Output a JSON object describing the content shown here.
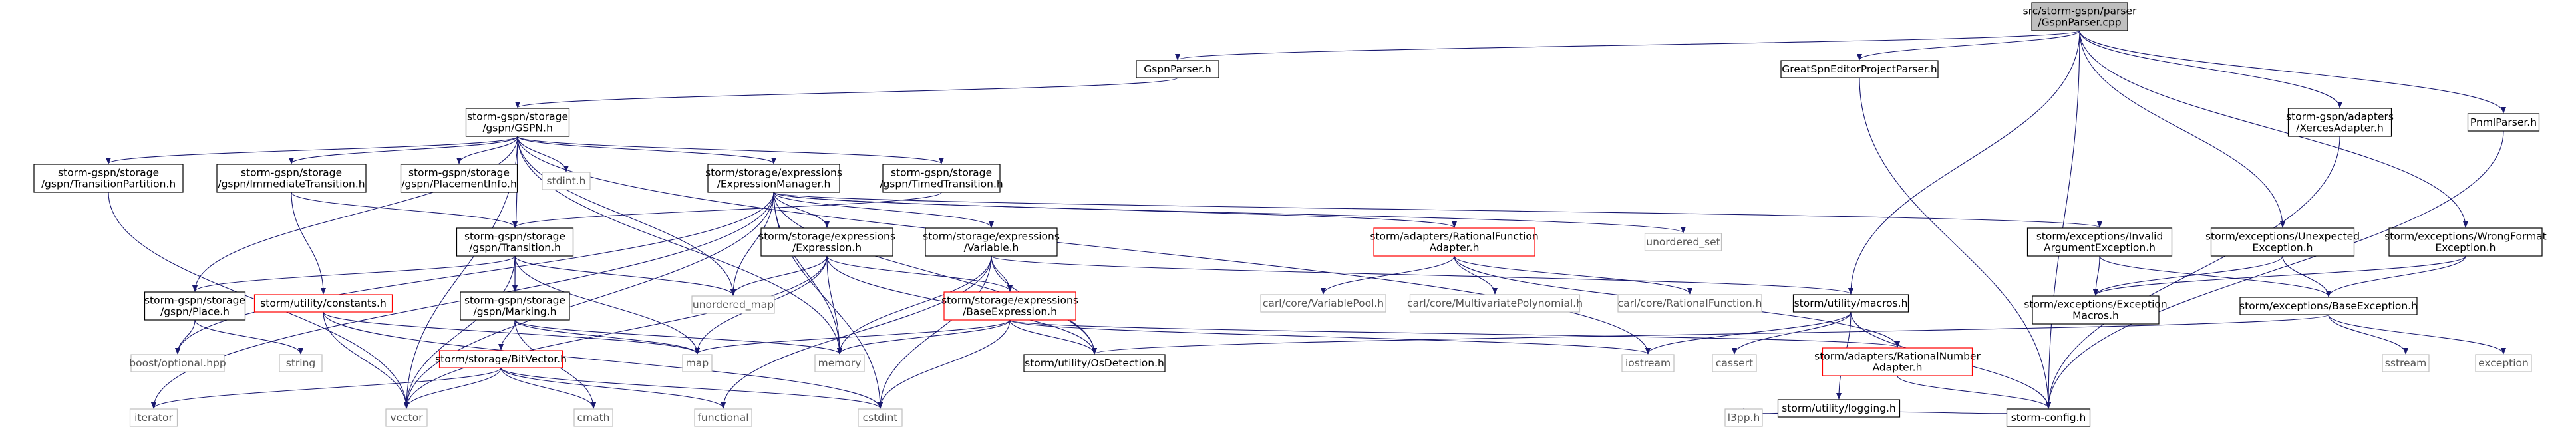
{
  "nodes": [
    {
      "id": "root",
      "lines": [
        "src/storm-gspn/parser",
        "/GspnParser.cpp"
      ],
      "style": "root"
    },
    {
      "id": "gspnparser_h",
      "lines": [
        "GspnParser.h"
      ],
      "style": "normal"
    },
    {
      "id": "greatspn",
      "lines": [
        "GreatSpnEditorProjectParser.h"
      ],
      "style": "normal"
    },
    {
      "id": "xerces",
      "lines": [
        "storm-gspn/adapters",
        "/XercesAdapter.h"
      ],
      "style": "normal"
    },
    {
      "id": "pnml",
      "lines": [
        "PnmlParser.h"
      ],
      "style": "normal"
    },
    {
      "id": "gspn_h",
      "lines": [
        "storm-gspn/storage",
        "/gspn/GSPN.h"
      ],
      "style": "normal"
    },
    {
      "id": "transpart",
      "lines": [
        "storm-gspn/storage",
        "/gspn/TransitionPartition.h"
      ],
      "style": "normal"
    },
    {
      "id": "immtrans",
      "lines": [
        "storm-gspn/storage",
        "/gspn/ImmediateTransition.h"
      ],
      "style": "normal"
    },
    {
      "id": "placeinfo",
      "lines": [
        "storm-gspn/storage",
        "/gspn/PlacementInfo.h"
      ],
      "style": "normal"
    },
    {
      "id": "stdint",
      "lines": [
        "stdint.h"
      ],
      "style": "gray"
    },
    {
      "id": "exprmgr",
      "lines": [
        "storm/storage/expressions",
        "/ExpressionManager.h"
      ],
      "style": "normal"
    },
    {
      "id": "timedtrans",
      "lines": [
        "storm-gspn/storage",
        "/gspn/TimedTransition.h"
      ],
      "style": "normal"
    },
    {
      "id": "transition",
      "lines": [
        "storm-gspn/storage",
        "/gspn/Transition.h"
      ],
      "style": "normal"
    },
    {
      "id": "expression",
      "lines": [
        "storm/storage/expressions",
        "/Expression.h"
      ],
      "style": "normal"
    },
    {
      "id": "variable",
      "lines": [
        "storm/storage/expressions",
        "/Variable.h"
      ],
      "style": "normal"
    },
    {
      "id": "ratfunc",
      "lines": [
        "storm/adapters/RationalFunction",
        "Adapter.h"
      ],
      "style": "red"
    },
    {
      "id": "unordered_set",
      "lines": [
        "unordered_set"
      ],
      "style": "gray"
    },
    {
      "id": "invalidarg",
      "lines": [
        "storm/exceptions/Invalid",
        "ArgumentException.h"
      ],
      "style": "normal"
    },
    {
      "id": "unexpected",
      "lines": [
        "storm/exceptions/Unexpected",
        "Exception.h"
      ],
      "style": "normal"
    },
    {
      "id": "wrongformat",
      "lines": [
        "storm/exceptions/WrongFormat",
        "Exception.h"
      ],
      "style": "normal"
    },
    {
      "id": "place",
      "lines": [
        "storm-gspn/storage",
        "/gspn/Place.h"
      ],
      "style": "normal"
    },
    {
      "id": "constants",
      "lines": [
        "storm/utility/constants.h"
      ],
      "style": "red"
    },
    {
      "id": "marking",
      "lines": [
        "storm-gspn/storage",
        "/gspn/Marking.h"
      ],
      "style": "normal"
    },
    {
      "id": "unordered_map",
      "lines": [
        "unordered_map"
      ],
      "style": "gray"
    },
    {
      "id": "baseexpr",
      "lines": [
        "storm/storage/expressions",
        "/BaseExpression.h"
      ],
      "style": "red"
    },
    {
      "id": "varpool",
      "lines": [
        "carl/core/VariablePool.h"
      ],
      "style": "gray"
    },
    {
      "id": "multipoly",
      "lines": [
        "carl/core/MultivariatePolynomial.h"
      ],
      "style": "gray"
    },
    {
      "id": "ratfunch",
      "lines": [
        "carl/core/RationalFunction.h"
      ],
      "style": "gray"
    },
    {
      "id": "macros",
      "lines": [
        "storm/utility/macros.h"
      ],
      "style": "normal"
    },
    {
      "id": "excmacros",
      "lines": [
        "storm/exceptions/Exception",
        "Macros.h"
      ],
      "style": "normal"
    },
    {
      "id": "baseexc",
      "lines": [
        "storm/exceptions/BaseException.h"
      ],
      "style": "normal"
    },
    {
      "id": "boostopt",
      "lines": [
        "boost/optional.hpp"
      ],
      "style": "gray"
    },
    {
      "id": "string",
      "lines": [
        "string"
      ],
      "style": "gray"
    },
    {
      "id": "bitvector",
      "lines": [
        "storm/storage/BitVector.h"
      ],
      "style": "red"
    },
    {
      "id": "map",
      "lines": [
        "map"
      ],
      "style": "gray"
    },
    {
      "id": "memory",
      "lines": [
        "memory"
      ],
      "style": "gray"
    },
    {
      "id": "osdetect",
      "lines": [
        "storm/utility/OsDetection.h"
      ],
      "style": "normal"
    },
    {
      "id": "iostream",
      "lines": [
        "iostream"
      ],
      "style": "gray"
    },
    {
      "id": "cassert",
      "lines": [
        "cassert"
      ],
      "style": "gray"
    },
    {
      "id": "ratnum",
      "lines": [
        "storm/adapters/RationalNumber",
        "Adapter.h"
      ],
      "style": "red"
    },
    {
      "id": "logging",
      "lines": [
        "storm/utility/logging.h"
      ],
      "style": "normal"
    },
    {
      "id": "sstream",
      "lines": [
        "sstream"
      ],
      "style": "gray"
    },
    {
      "id": "exception",
      "lines": [
        "exception"
      ],
      "style": "gray"
    },
    {
      "id": "iterator",
      "lines": [
        "iterator"
      ],
      "style": "gray"
    },
    {
      "id": "vector",
      "lines": [
        "vector"
      ],
      "style": "gray"
    },
    {
      "id": "cmath",
      "lines": [
        "cmath"
      ],
      "style": "gray"
    },
    {
      "id": "functional",
      "lines": [
        "functional"
      ],
      "style": "gray"
    },
    {
      "id": "cstdint",
      "lines": [
        "cstdint"
      ],
      "style": "gray"
    },
    {
      "id": "l3pp",
      "lines": [
        "l3pp.h"
      ],
      "style": "gray"
    },
    {
      "id": "stormconfig",
      "lines": [
        "storm-config.h"
      ],
      "style": "normal"
    }
  ],
  "edges": [
    [
      "root",
      "gspnparser_h"
    ],
    [
      "root",
      "greatspn"
    ],
    [
      "root",
      "xerces"
    ],
    [
      "root",
      "pnml"
    ],
    [
      "root",
      "macros"
    ],
    [
      "root",
      "unexpected"
    ],
    [
      "root",
      "wrongformat"
    ],
    [
      "root",
      "stormconfig"
    ],
    [
      "gspnparser_h",
      "gspn_h"
    ],
    [
      "greatspn",
      "stormconfig"
    ],
    [
      "xerces",
      "stormconfig"
    ],
    [
      "pnml",
      "stormconfig"
    ],
    [
      "gspn_h",
      "transpart"
    ],
    [
      "gspn_h",
      "immtrans"
    ],
    [
      "gspn_h",
      "placeinfo"
    ],
    [
      "gspn_h",
      "stdint"
    ],
    [
      "gspn_h",
      "exprmgr"
    ],
    [
      "gspn_h",
      "timedtrans"
    ],
    [
      "gspn_h",
      "place"
    ],
    [
      "gspn_h",
      "marking"
    ],
    [
      "gspn_h",
      "vector"
    ],
    [
      "gspn_h",
      "unordered_map"
    ],
    [
      "gspn_h",
      "memory"
    ],
    [
      "gspn_h",
      "iostream"
    ],
    [
      "transpart",
      "vector"
    ],
    [
      "immtrans",
      "transition"
    ],
    [
      "immtrans",
      "constants"
    ],
    [
      "timedtrans",
      "transition"
    ],
    [
      "exprmgr",
      "expression"
    ],
    [
      "exprmgr",
      "variable"
    ],
    [
      "exprmgr",
      "ratfunc"
    ],
    [
      "exprmgr",
      "unordered_set"
    ],
    [
      "exprmgr",
      "invalidarg"
    ],
    [
      "exprmgr",
      "unordered_map"
    ],
    [
      "exprmgr",
      "boostopt"
    ],
    [
      "exprmgr",
      "iterator"
    ],
    [
      "exprmgr",
      "vector"
    ],
    [
      "exprmgr",
      "memory"
    ],
    [
      "exprmgr",
      "cstdint"
    ],
    [
      "exprmgr",
      "osdetect"
    ],
    [
      "transition",
      "place"
    ],
    [
      "transition",
      "marking"
    ],
    [
      "transition",
      "unordered_map"
    ],
    [
      "transition",
      "map"
    ],
    [
      "transition",
      "vector"
    ],
    [
      "expression",
      "baseexpr"
    ],
    [
      "expression",
      "unordered_map"
    ],
    [
      "expression",
      "map"
    ],
    [
      "expression",
      "memory"
    ],
    [
      "expression",
      "vector"
    ],
    [
      "expression",
      "osdetect"
    ],
    [
      "variable",
      "baseexpr"
    ],
    [
      "variable",
      "memory"
    ],
    [
      "variable",
      "functional"
    ],
    [
      "variable",
      "cstdint"
    ],
    [
      "variable",
      "osdetect"
    ],
    [
      "variable",
      "macros"
    ],
    [
      "ratfunc",
      "varpool"
    ],
    [
      "ratfunc",
      "multipoly"
    ],
    [
      "ratfunc",
      "ratfunch"
    ],
    [
      "ratfunc",
      "ratnum"
    ],
    [
      "invalidarg",
      "excmacros"
    ],
    [
      "invalidarg",
      "baseexc"
    ],
    [
      "unexpected",
      "excmacros"
    ],
    [
      "unexpected",
      "baseexc"
    ],
    [
      "wrongformat",
      "excmacros"
    ],
    [
      "wrongformat",
      "baseexc"
    ],
    [
      "place",
      "boostopt"
    ],
    [
      "place",
      "string"
    ],
    [
      "constants",
      "vector"
    ],
    [
      "constants",
      "map"
    ],
    [
      "constants",
      "cstdint"
    ],
    [
      "marking",
      "bitvector"
    ],
    [
      "marking",
      "map"
    ],
    [
      "marking",
      "memory"
    ],
    [
      "marking",
      "cmath"
    ],
    [
      "baseexpr",
      "ratnum"
    ],
    [
      "baseexpr",
      "map"
    ],
    [
      "baseexpr",
      "memory"
    ],
    [
      "baseexpr",
      "iostream"
    ],
    [
      "baseexpr",
      "osdetect"
    ],
    [
      "baseexpr",
      "cstdint"
    ],
    [
      "macros",
      "iostream"
    ],
    [
      "macros",
      "cassert"
    ],
    [
      "macros",
      "logging"
    ],
    [
      "macros",
      "stormconfig"
    ],
    [
      "baseexc",
      "osdetect"
    ],
    [
      "baseexc",
      "sstream"
    ],
    [
      "baseexc",
      "exception"
    ],
    [
      "bitvector",
      "iterator"
    ],
    [
      "bitvector",
      "vector"
    ],
    [
      "bitvector",
      "cmath"
    ],
    [
      "bitvector",
      "functional"
    ],
    [
      "bitvector",
      "cstdint"
    ],
    [
      "ratnum",
      "stormconfig"
    ],
    [
      "logging",
      "l3pp"
    ],
    [
      "logging",
      "stormconfig"
    ]
  ],
  "colors": {
    "edge": "#191970",
    "box_border": "#000000",
    "gray_border": "#bfbfbf",
    "red_border": "#ff0000",
    "root_fill": "#bfbfbf",
    "text_dark": "#000000",
    "text_gray": "#555555"
  }
}
